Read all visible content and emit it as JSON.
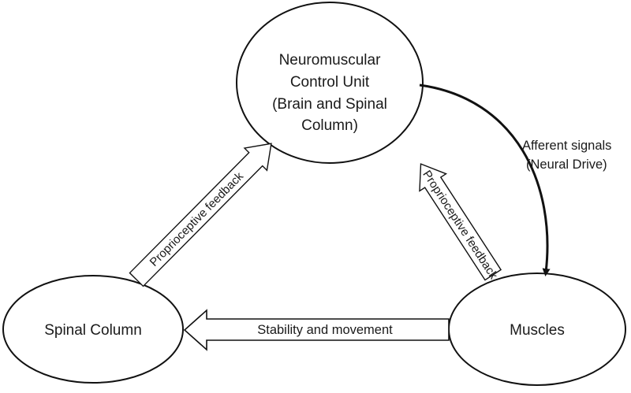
{
  "nodes": {
    "control_unit": {
      "lines": [
        "Neuromuscular",
        "Control Unit",
        "(Brain and Spinal",
        "Column)"
      ]
    },
    "spinal_column": {
      "label": "Spinal Column"
    },
    "muscles": {
      "label": "Muscles"
    }
  },
  "edges": {
    "afferent": {
      "lines": [
        "Afferent signals",
        "(Neural Drive)"
      ]
    },
    "stability": {
      "label": "Stability and movement"
    },
    "feedback_left": {
      "label": "Proprioceptive feedback"
    },
    "feedback_right": {
      "label": "Proprioceptive feedback"
    }
  },
  "colors": {
    "stroke": "#111111",
    "text": "#1a1a1a",
    "background": "#ffffff"
  }
}
